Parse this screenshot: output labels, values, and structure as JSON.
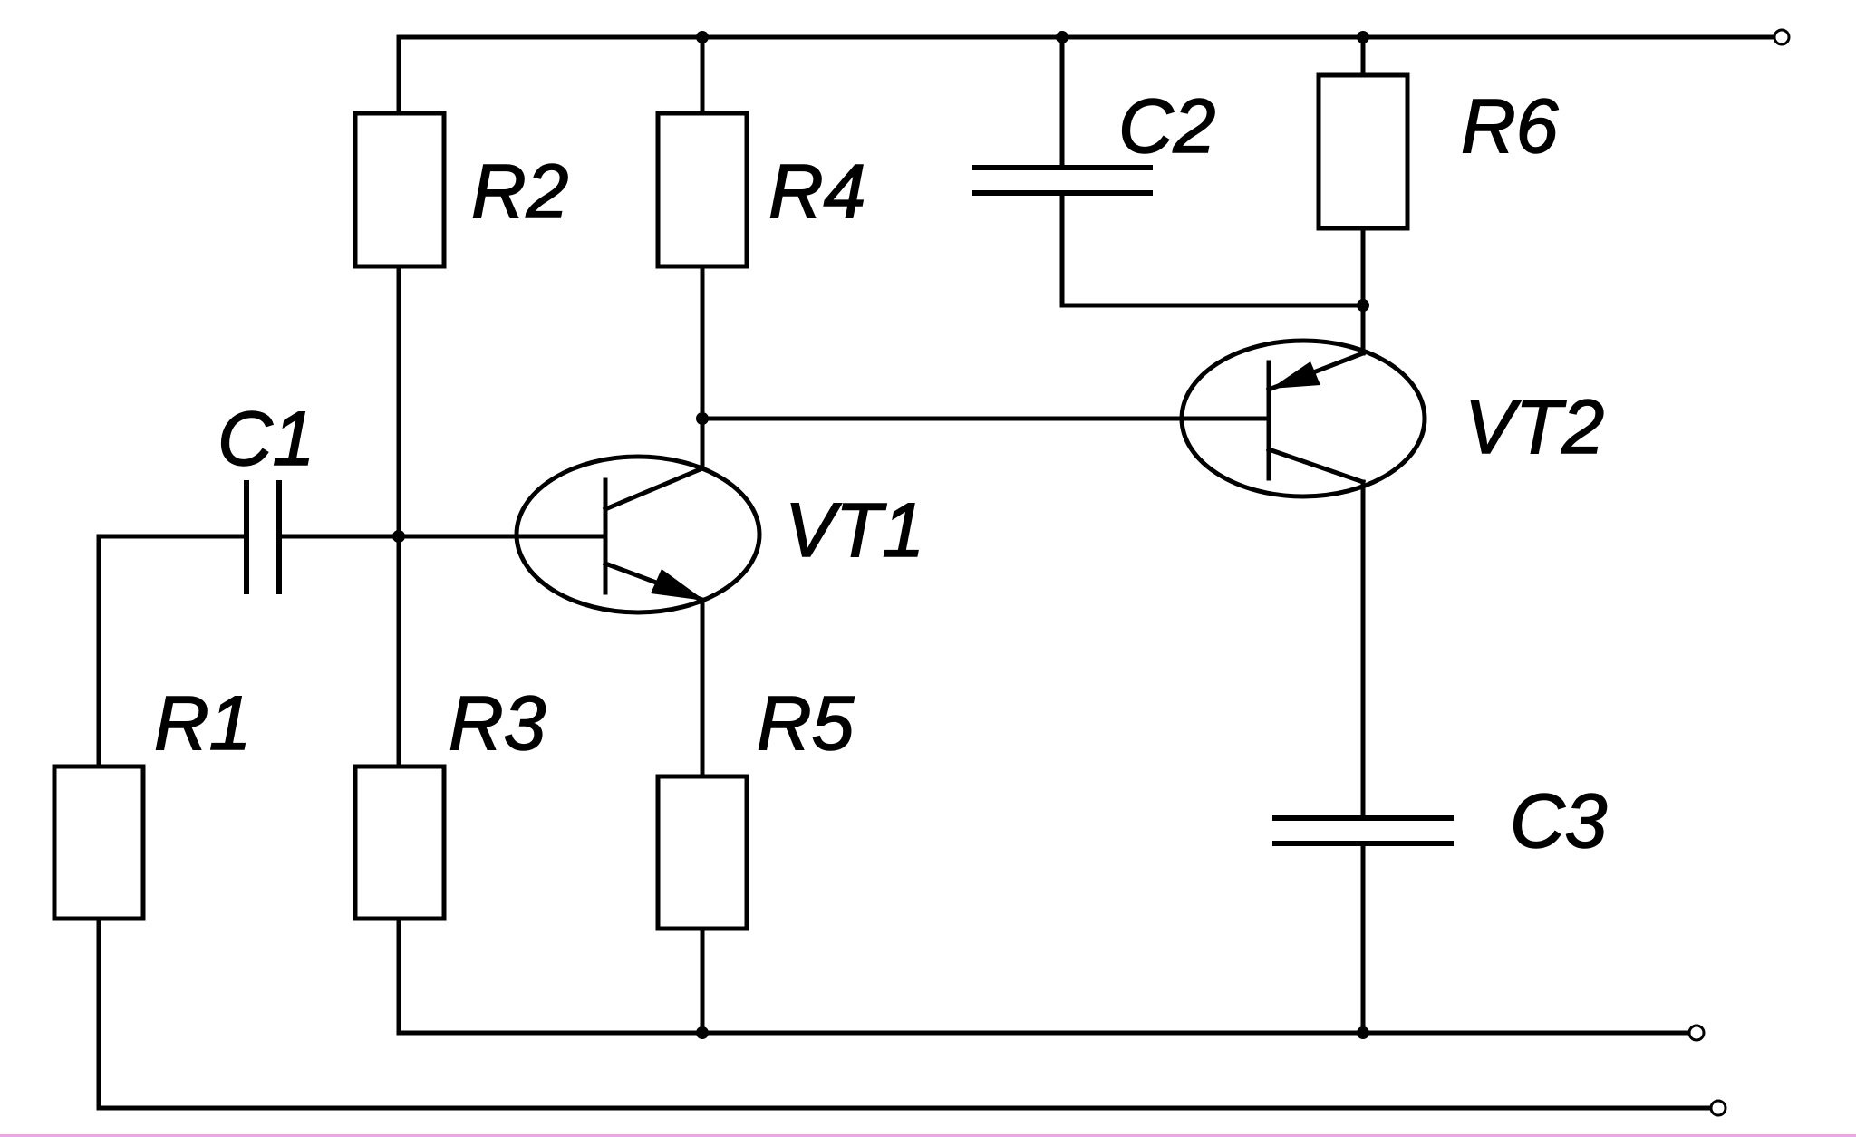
{
  "diagram": {
    "type": "circuit-schematic",
    "components": {
      "R1": "R1",
      "R2": "R2",
      "R3": "R3",
      "R4": "R4",
      "R5": "R5",
      "R6": "R6",
      "C1": "C1",
      "C2": "C2",
      "C3": "C3",
      "VT1": "VT1",
      "VT2": "VT2"
    },
    "transistors": {
      "VT1": "npn",
      "VT2": "pnp"
    }
  },
  "colors": {
    "ink": "#000000",
    "background": "#ffffff",
    "edge": "#e6a9e6"
  }
}
